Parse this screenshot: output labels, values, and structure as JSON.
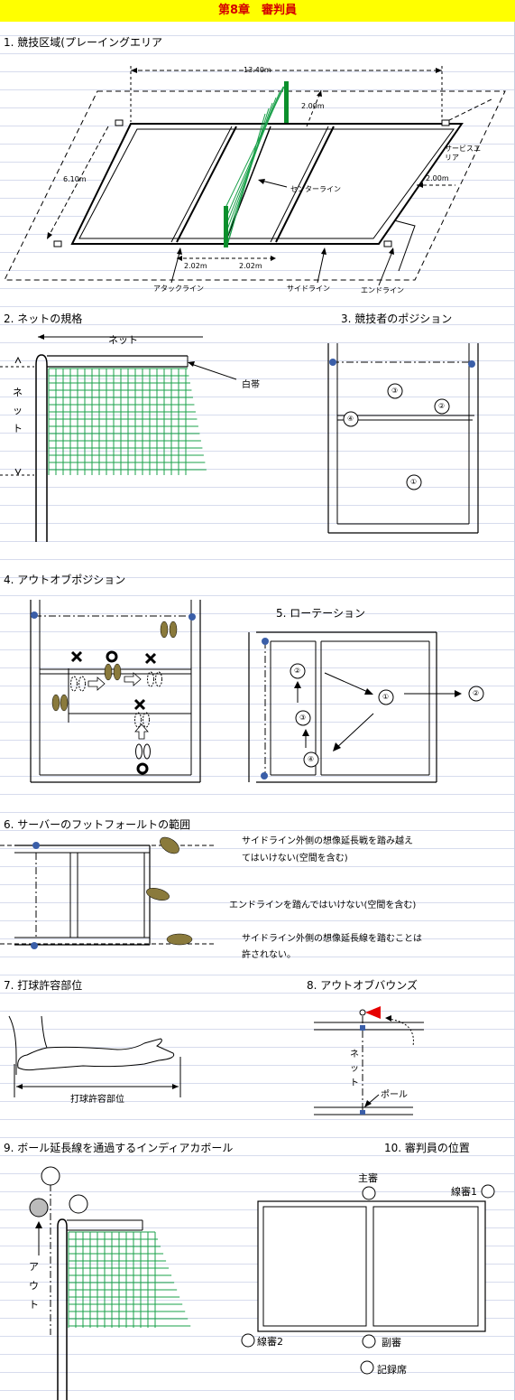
{
  "title": "第8章　審判員",
  "sections": {
    "s1": {
      "heading": "1. 競技区域(プレーイングエリア",
      "width": "13.40m",
      "depth": "6.10m",
      "service_zone": "2.00m",
      "free_zone": "2.00m",
      "service_area": "サービスエリア",
      "center_line": "センターライン",
      "attack_left": "2.02m",
      "attack_right": "2.02m",
      "attack_line": "アタックライン",
      "side_line": "サイドライン",
      "end_line": "エンドライン"
    },
    "s2": {
      "heading": "2. ネットの規格",
      "net": "ネット",
      "net_vertical": [
        "ネ",
        "ッ",
        "ト"
      ],
      "top_tape": "白帯"
    },
    "s3": {
      "heading": "3. 競技者のポジション",
      "positions": [
        "①",
        "②",
        "③",
        "④"
      ]
    },
    "s4": {
      "heading": "4. アウトオブポジション"
    },
    "s5": {
      "heading": "5. ローテーション",
      "positions": [
        "①",
        "②",
        "③",
        "④",
        "②"
      ]
    },
    "s6": {
      "heading": "6. サーバーのフットフォールトの範囲",
      "note1_line1": "サイドライン外側の想像延長戦を踏み越え",
      "note1_line2": "てはいけない(空間を含む)",
      "note2": "エンドラインを踏んではいけない(空間を含む)",
      "note3_line1": "サイドライン外側の想像延長線を踏むことは",
      "note3_line2": "許されない。"
    },
    "s7": {
      "heading": "7. 打球許容部位",
      "caption": "打球許容部位"
    },
    "s8": {
      "heading": "8. アウトオブバウンズ",
      "net_vertical": [
        "ネ",
        "ッ",
        "ト"
      ],
      "pole": "ポール"
    },
    "s9": {
      "heading": "9. ボール延長線を通過するインディアカボール",
      "out_vertical": [
        "ア",
        "ウ",
        "ト"
      ]
    },
    "s10": {
      "heading": "10. 審判員の位置",
      "referee1": "主審",
      "line_judge1": "線審1",
      "line_judge2": "線審2",
      "referee2": "副審",
      "scorer": "記録席"
    }
  },
  "colors": {
    "banner_bg": "#ffff00",
    "banner_text": "#d40000",
    "net_green": "#1aa04a",
    "pole_green": "#0b8f2c",
    "player_olive": "#8a7a3c",
    "marker_blue": "#3a5ea8",
    "flag_red": "#e60000"
  }
}
